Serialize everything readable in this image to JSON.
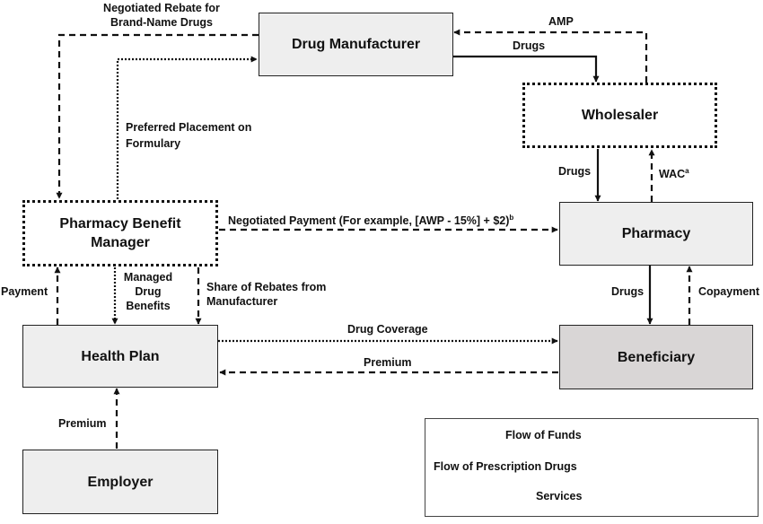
{
  "nodes": {
    "manufacturer": "Drug Manufacturer",
    "wholesaler": "Wholesaler",
    "pbm_line1": "Pharmacy Benefit",
    "pbm_line2": "Manager",
    "pharmacy": "Pharmacy",
    "health_plan": "Health Plan",
    "beneficiary": "Beneficiary",
    "employer": "Employer"
  },
  "labels": {
    "rebate_line1": "Negotiated Rebate for",
    "rebate_line2": "Brand-Name Drugs",
    "amp": "AMP",
    "drugs_mfr_wholesaler": "Drugs",
    "preferred_line1": "Preferred Placement on",
    "preferred_line2": "Formulary",
    "drugs_wholesaler_pharmacy": "Drugs",
    "wac": "WAC",
    "wac_sup": "a",
    "negotiated_payment": "Negotiated Payment (For example, [AWP - 15%] + $2)",
    "negotiated_payment_sup": "b",
    "payment": "Payment",
    "managed_line1": "Managed",
    "managed_line2": "Drug",
    "managed_line3": "Benefits",
    "share_line1": "Share of Rebates from",
    "share_line2": "Manufacturer",
    "drugs_pharmacy_beneficiary": "Drugs",
    "copayment": "Copayment",
    "drug_coverage": "Drug Coverage",
    "premium_beneficiary": "Premium",
    "premium_employer": "Premium"
  },
  "legend": {
    "funds": "Flow of Funds",
    "drugs": "Flow of Prescription Drugs",
    "services": "Services"
  }
}
